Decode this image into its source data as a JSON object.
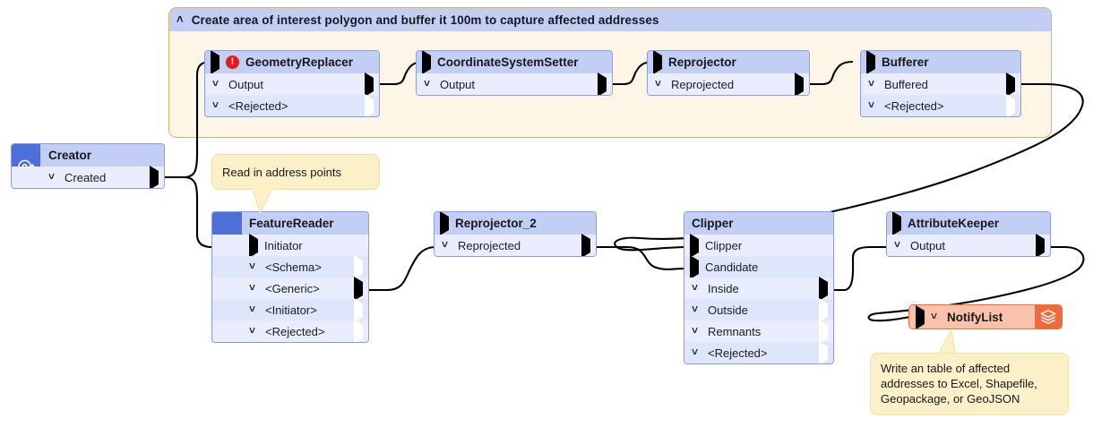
{
  "bookmark": {
    "title": "Create area of interest polygon and buffer it 100m to capture affected addresses",
    "collapse_icon": "chevron-up-icon",
    "chevron": "˄"
  },
  "glyphs": {
    "chevron_down": "˅",
    "error": "!"
  },
  "colors": {
    "bookmark_header": "#fbd08a",
    "bookmark_body": "#fdf6e6",
    "node_header": "#c3cef5",
    "node_body": "#dfe5fb",
    "node_border": "#8a9fe0",
    "reader_band": "#4d6fd8",
    "writer_bg": "#fbc2ab",
    "writer_accent": "#f26a3c",
    "error_red": "#e01b1b",
    "note_bg": "#fcf0c8",
    "wire": "#000000"
  },
  "nodes": {
    "creator": {
      "title": "Creator",
      "icon": "creator-circle-arrow-icon",
      "ports": [
        {
          "name": "Created",
          "kind": "output",
          "arrow": "solid",
          "chevron": true
        }
      ]
    },
    "geometry_replacer": {
      "title": "GeometryReplacer",
      "has_error": true,
      "error_icon": "error-badge-icon",
      "ports": [
        {
          "name": "Output",
          "kind": "output",
          "arrow": "solid",
          "chevron": true
        },
        {
          "name": "<Rejected>",
          "kind": "output",
          "arrow": "hollow",
          "chevron": true
        }
      ]
    },
    "coordinate_system_setter": {
      "title": "CoordinateSystemSetter",
      "ports": [
        {
          "name": "Output",
          "kind": "output",
          "arrow": "solid",
          "chevron": true
        }
      ]
    },
    "reprojector": {
      "title": "Reprojector",
      "ports": [
        {
          "name": "Reprojected",
          "kind": "output",
          "arrow": "solid",
          "chevron": true
        }
      ]
    },
    "bufferer": {
      "title": "Bufferer",
      "ports": [
        {
          "name": "Buffered",
          "kind": "output",
          "arrow": "solid",
          "chevron": true
        },
        {
          "name": "<Rejected>",
          "kind": "output",
          "arrow": "hollow",
          "chevron": true
        }
      ]
    },
    "feature_reader": {
      "title": "FeatureReader",
      "icon": "database-reader-icon",
      "ports": [
        {
          "name": "Initiator",
          "kind": "input",
          "arrow": "solid",
          "chevron": false
        },
        {
          "name": "<Schema>",
          "kind": "output",
          "arrow": "hollow",
          "chevron": true
        },
        {
          "name": "<Generic>",
          "kind": "output",
          "arrow": "solid",
          "chevron": true
        },
        {
          "name": "<Initiator>",
          "kind": "output",
          "arrow": "hollow",
          "chevron": true
        },
        {
          "name": "<Rejected>",
          "kind": "output",
          "arrow": "hollow",
          "chevron": true
        }
      ]
    },
    "reprojector_2": {
      "title": "Reprojector_2",
      "ports": [
        {
          "name": "Reprojected",
          "kind": "output",
          "arrow": "solid",
          "chevron": true
        }
      ]
    },
    "clipper": {
      "title": "Clipper",
      "ports": [
        {
          "name": "Clipper",
          "kind": "input",
          "arrow": "solid",
          "chevron": false
        },
        {
          "name": "Candidate",
          "kind": "input",
          "arrow": "solid",
          "chevron": false
        },
        {
          "name": "Inside",
          "kind": "output",
          "arrow": "solid",
          "chevron": true
        },
        {
          "name": "Outside",
          "kind": "output",
          "arrow": "hollow",
          "chevron": true
        },
        {
          "name": "Remnants",
          "kind": "output",
          "arrow": "hollow",
          "chevron": true
        },
        {
          "name": "<Rejected>",
          "kind": "output",
          "arrow": "hollow",
          "chevron": true
        }
      ]
    },
    "attribute_keeper": {
      "title": "AttributeKeeper",
      "ports": [
        {
          "name": "Output",
          "kind": "output",
          "arrow": "solid",
          "chevron": true
        }
      ]
    },
    "notify_list": {
      "title": "NotifyList",
      "icon": "layers-stack-icon",
      "chevron": true
    }
  },
  "annotations": {
    "reader_note": "Read in address points",
    "writer_note_lines": [
      "Write an table of affected",
      "addresses to Excel, Shapefile,",
      "Geopackage, or GeoJSON"
    ]
  }
}
